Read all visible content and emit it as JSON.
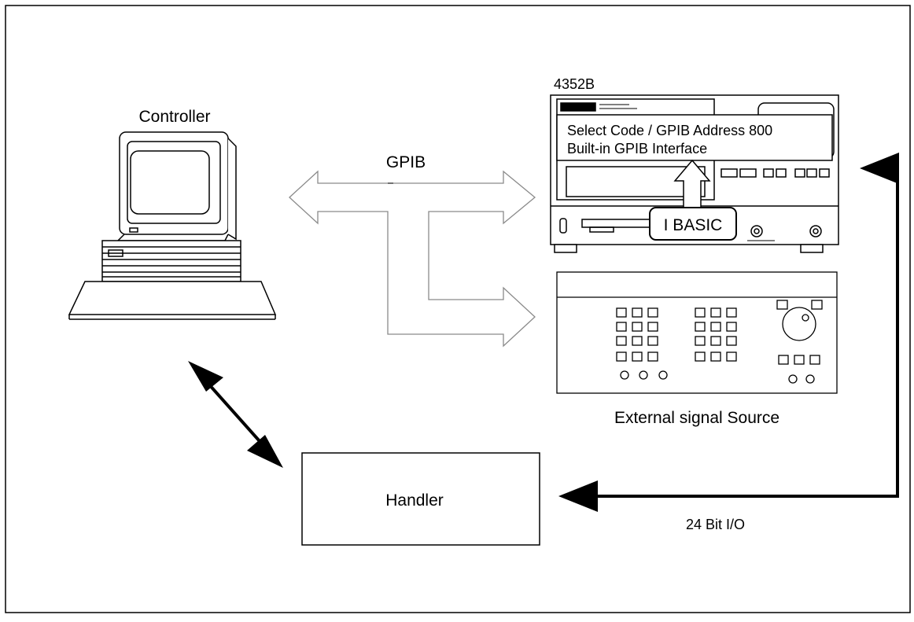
{
  "diagram": {
    "controller_label": "Controller",
    "analyzer_label": "4352B",
    "gpib_label": "GPIB",
    "callout_line1": "Select Code / GPIB  Address 800",
    "callout_line2": "Built-in  GPIB  Interface",
    "ibasic_label": "I BASIC",
    "source_label": "External  signal  Source",
    "handler_label": "Handler",
    "io_label": "24 Bit I/O"
  },
  "colors": {
    "line": "#000000",
    "background": "#ffffff",
    "gpib_outline": "#8a8a8a"
  },
  "icons": {
    "controller": "computer-workstation-icon",
    "analyzer": "instrument-front-panel-icon",
    "source": "signal-generator-icon"
  }
}
